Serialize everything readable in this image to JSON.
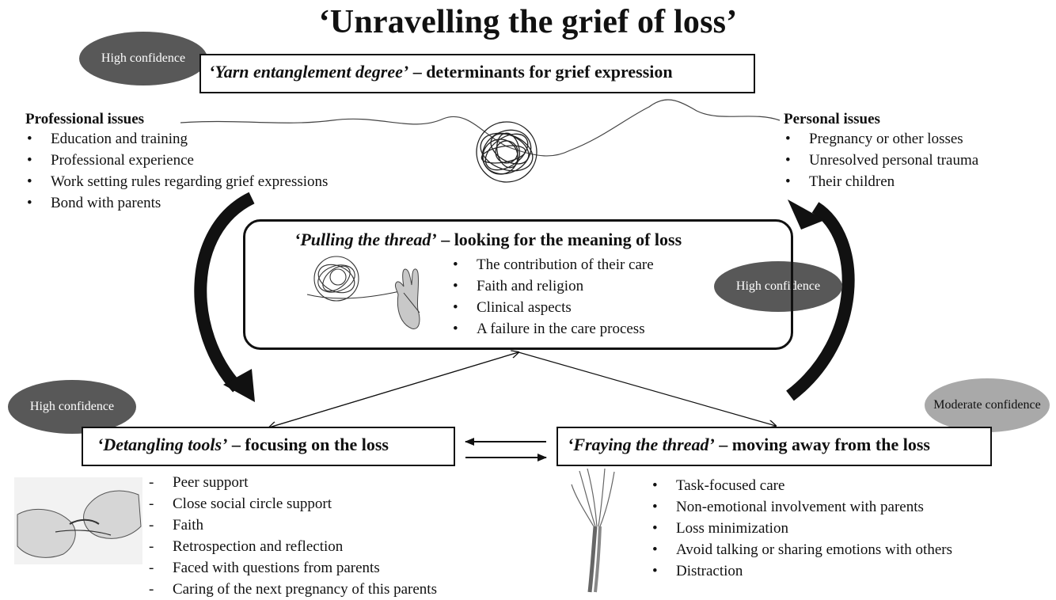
{
  "title": "‘Unravelling the grief of loss’",
  "confidence": {
    "top_left": "High confidence",
    "middle_right": "High confidence",
    "bottom_left": "High confidence",
    "bottom_right": "Moderate confidence"
  },
  "yarn_box": {
    "italic": "‘Yarn entanglement degree’",
    "rest": " – determinants for grief expression"
  },
  "professional": {
    "heading": "Professional issues",
    "items": [
      "Education and training",
      "Professional experience",
      "Work setting rules regarding grief expressions",
      "Bond with parents"
    ]
  },
  "personal": {
    "heading": "Personal issues",
    "items": [
      "Pregnancy or other losses",
      "Unresolved personal trauma",
      "Their children"
    ]
  },
  "pulling": {
    "italic": "‘Pulling the thread’",
    "rest": " – looking for the meaning of loss",
    "items": [
      "The contribution of their care",
      "Faith and religion",
      "Clinical aspects",
      "A failure in the care process"
    ]
  },
  "detangling": {
    "italic": "‘Detangling tools’",
    "rest": " – focusing on the loss",
    "items": [
      "Peer support",
      "Close social circle support",
      "Faith",
      "Retrospection and reflection",
      "Faced with questions from parents",
      "Caring of the next pregnancy  of this parents"
    ]
  },
  "fraying": {
    "italic": "‘Fraying the thread’",
    "rest": " – moving away from the loss",
    "items": [
      "Task-focused care",
      "Non-emotional involvement with parents",
      "Loss minimization",
      "Avoid talking or sharing emotions with others",
      "Distraction"
    ]
  }
}
